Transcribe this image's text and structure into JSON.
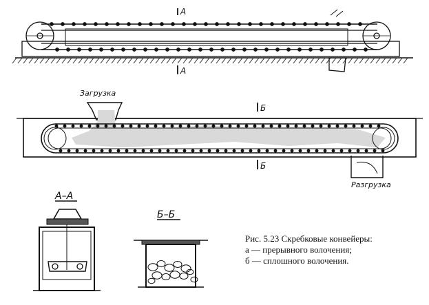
{
  "labels": {
    "section_a_top": "A",
    "section_a_bottom": "A",
    "loading": "Загрузка",
    "section_b_top": "Б",
    "section_b_bottom": "Б",
    "unloading": "Разгрузка",
    "view_aa": "А–А",
    "view_bb": "Б–Б"
  },
  "caption": {
    "title": "Рис. 5.23 Скребковые конвейеры:",
    "line_a": "а — прерывного  волочения;",
    "line_b": "б — сплошного волочения."
  }
}
